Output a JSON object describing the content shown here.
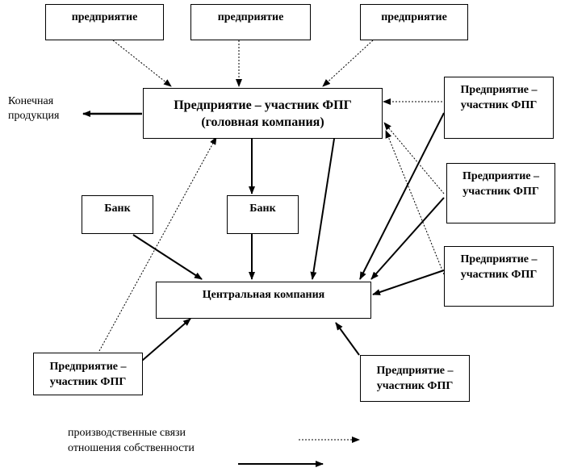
{
  "nodes": {
    "top_enterprise_1": "предприятие",
    "top_enterprise_2": "предприятие",
    "top_enterprise_3": "предприятие",
    "head_company": [
      "Предприятие – участник ФПГ",
      "(головная компания)"
    ],
    "bank_1": "Банк",
    "bank_2": "Банк",
    "central_company": "Центральная компания",
    "right_member_1": [
      "Предприятие –",
      "участник ФПГ"
    ],
    "right_member_2": [
      "Предприятие –",
      "участник ФПГ"
    ],
    "right_member_3": [
      "Предприятие –",
      "участник ФПГ"
    ],
    "bottom_left_member": [
      "Предприятие –",
      "участник ФПГ"
    ],
    "bottom_right_member": [
      "Предприятие –",
      "участник ФПГ"
    ]
  },
  "final_product_label": [
    "Конечная",
    "продукция"
  ],
  "legend": {
    "production_links": "производственные связи",
    "ownership_relations": "отношения собственности"
  },
  "colors": {
    "line": "#000000",
    "background": "#ffffff"
  }
}
